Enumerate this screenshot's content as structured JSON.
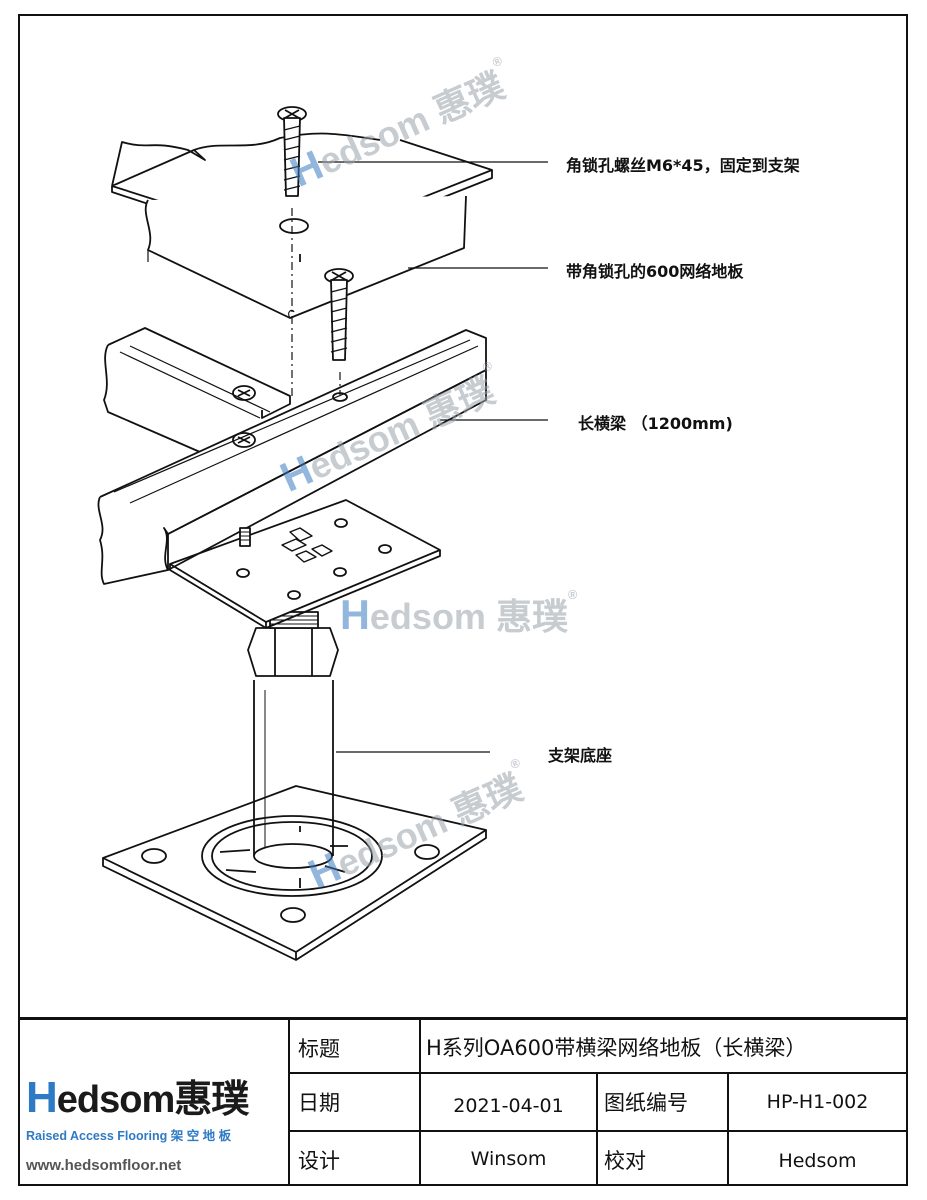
{
  "callouts": {
    "screw": "角锁孔螺丝M6*45，固定到支架",
    "panel": "带角锁孔的600网络地板",
    "beam": "长横梁 （1200mm)",
    "pedestal": "支架底座"
  },
  "watermark": {
    "letter": "H",
    "latin": "edsom",
    "cjk": "惠璞",
    "reg": "®"
  },
  "title_block": {
    "title_label": "标题",
    "title_value": "H系列OA600带横梁网络地板（长横梁）",
    "date_label": "日期",
    "date_value": "2021-04-01",
    "drawing_no_label": "图纸编号",
    "drawing_no_value": "HP-H1-002",
    "design_label": "设计",
    "design_value": "Winsom",
    "check_label": "校对",
    "check_value": "Hedsom"
  },
  "logo": {
    "letter": "H",
    "latin": "edsom",
    "cjk": "惠璞",
    "tagline": "Raised Access Flooring 架 空 地 板",
    "url": "www.hedsomfloor.net"
  },
  "colors": {
    "brand_blue": "#2f7ac4",
    "line": "#111111",
    "watermark_gray": "#9aa3ad"
  }
}
